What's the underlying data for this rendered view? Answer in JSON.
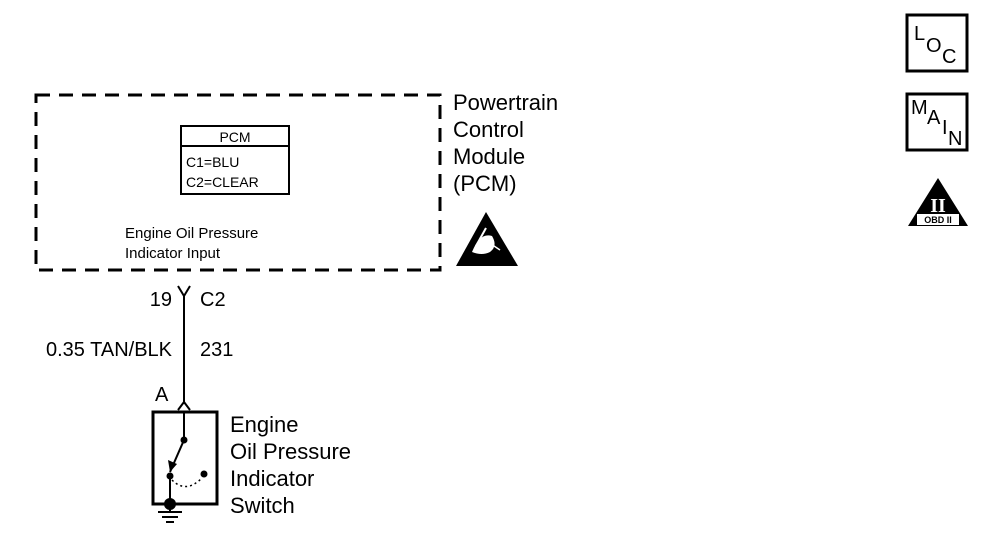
{
  "pcm": {
    "name_lines": [
      "Powertrain",
      "Control",
      "Module",
      "(PCM)"
    ],
    "table_header": "PCM",
    "table_rows": [
      "C1=BLU",
      "C2=CLEAR"
    ],
    "input_lines": [
      "Engine Oil Pressure",
      "Indicator Input"
    ]
  },
  "connector": {
    "pin": "19",
    "name": "C2"
  },
  "wire": {
    "gauge_color": "0.35 TAN/BLK",
    "circuit": "231"
  },
  "switch": {
    "terminal": "A",
    "name_lines": [
      "Engine",
      "Oil Pressure",
      "Indicator",
      "Switch"
    ]
  },
  "icons": {
    "loc": {
      "l": "L",
      "o": "O",
      "c": "C"
    },
    "main": {
      "m": "M",
      "a": "A",
      "i": "I",
      "n": "N"
    },
    "obd": {
      "numeral": "II",
      "label": "OBD II"
    }
  }
}
